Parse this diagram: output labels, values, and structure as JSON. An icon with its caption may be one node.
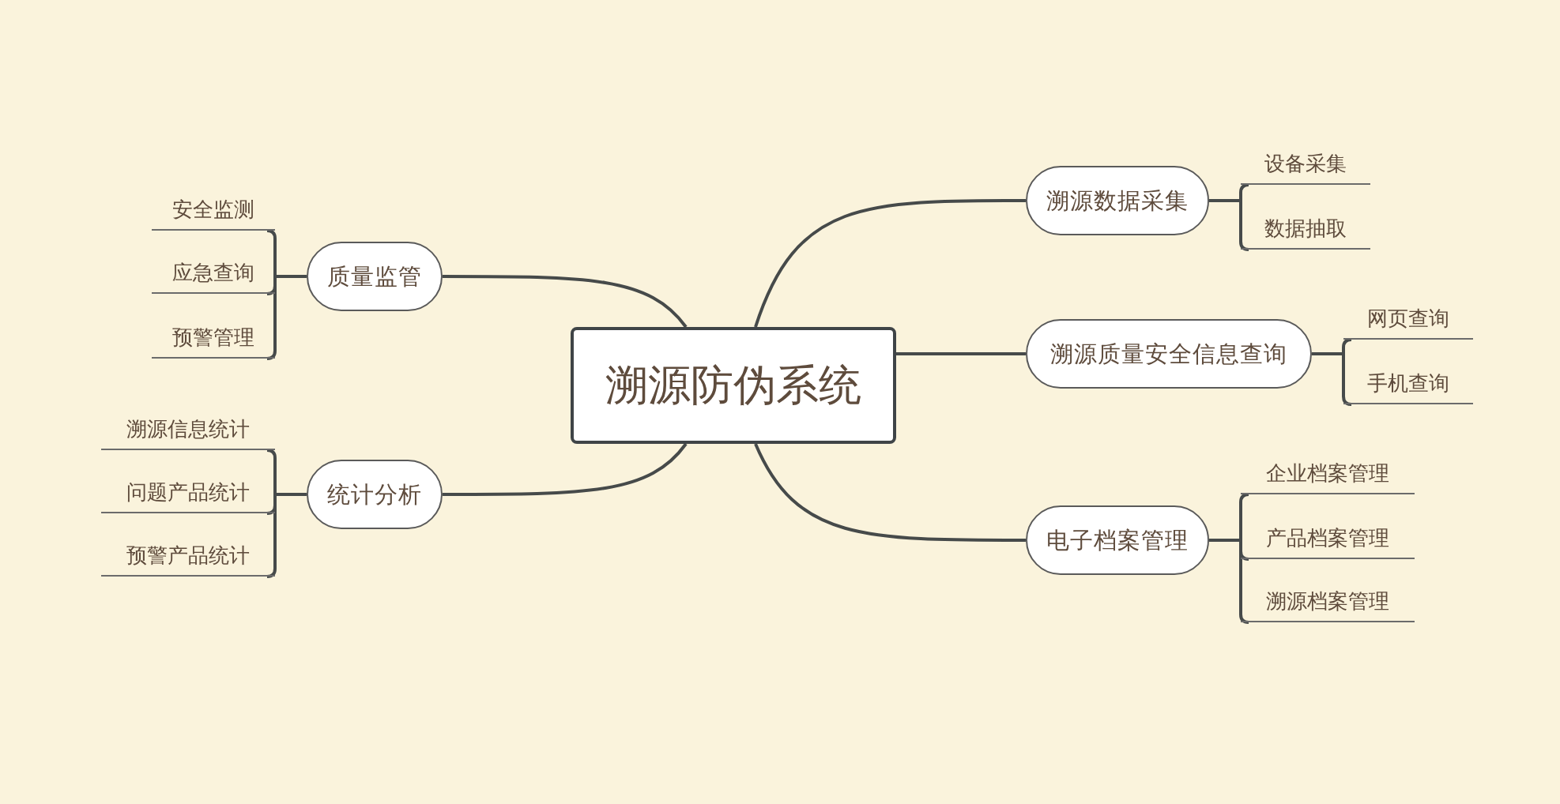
{
  "diagram": {
    "nodes": [
      {
        "text": [
          "溯源防伪系统"
        ]
      },
      {
        "text": [
          "溯源数据采集"
        ]
      },
      {
        "text": [
          "设备采集"
        ]
      },
      {
        "text": [
          "数据抽取"
        ]
      },
      {
        "text": [
          "溯源质量安全信息查询"
        ]
      },
      {
        "text": [
          "网页查询"
        ]
      },
      {
        "text": [
          "手机查询"
        ]
      },
      {
        "text": [
          "电子档案管理"
        ]
      },
      {
        "text": [
          "企业档案管理"
        ]
      },
      {
        "text": [
          "产品档案管理"
        ]
      },
      {
        "text": [
          "溯源档案管理"
        ]
      },
      {
        "text": [
          "质量监管"
        ]
      },
      {
        "text": [
          "安全监测"
        ]
      },
      {
        "text": [
          "应急查询"
        ]
      },
      {
        "text": [
          "预警管理"
        ]
      },
      {
        "text": [
          "统计分析"
        ]
      },
      {
        "text": [
          "溯源信息统计"
        ]
      },
      {
        "text": [
          "问题产品统计"
        ]
      },
      {
        "text": [
          "预警产品统计"
        ]
      }
    ],
    "edges": [
      {
        "from": 0,
        "to": 1,
        "arrow": "none"
      },
      {
        "from": 0,
        "to": 4,
        "arrow": "none"
      },
      {
        "from": 0,
        "to": 7,
        "arrow": "none"
      },
      {
        "from": 0,
        "to": 11,
        "arrow": "none"
      },
      {
        "from": 0,
        "to": 15,
        "arrow": "none"
      },
      {
        "from": 1,
        "to": 2,
        "arrow": "none"
      },
      {
        "from": 1,
        "to": 3,
        "arrow": "none"
      },
      {
        "from": 4,
        "to": 5,
        "arrow": "none"
      },
      {
        "from": 4,
        "to": 6,
        "arrow": "none"
      },
      {
        "from": 7,
        "to": 8,
        "arrow": "none"
      },
      {
        "from": 7,
        "to": 9,
        "arrow": "none"
      },
      {
        "from": 7,
        "to": 10,
        "arrow": "none"
      },
      {
        "from": 11,
        "to": 12,
        "arrow": "none"
      },
      {
        "from": 11,
        "to": 13,
        "arrow": "none"
      },
      {
        "from": 11,
        "to": 14,
        "arrow": "none"
      },
      {
        "from": 15,
        "to": 16,
        "arrow": "none"
      },
      {
        "from": 15,
        "to": 17,
        "arrow": "none"
      },
      {
        "from": 15,
        "to": 18,
        "arrow": "none"
      }
    ]
  }
}
